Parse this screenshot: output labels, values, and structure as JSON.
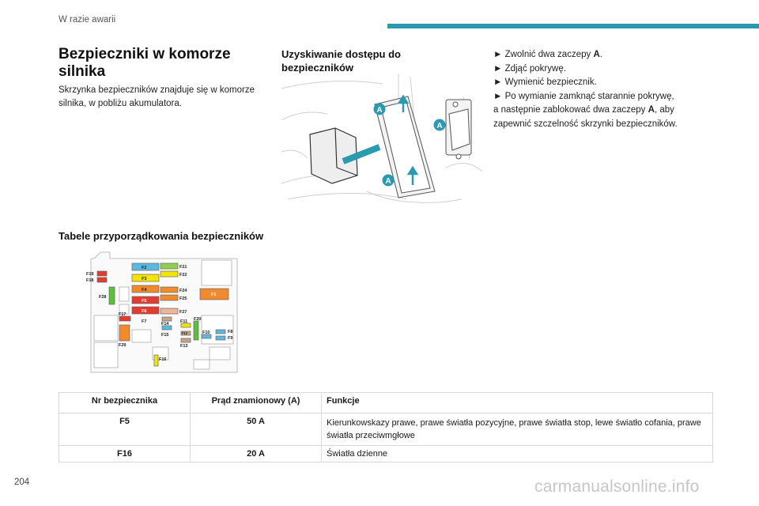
{
  "header": {
    "section": "W razie awarii"
  },
  "colors": {
    "accent": "#2a9ab0"
  },
  "left": {
    "title": "Bezpieczniki w komorze silnika",
    "text": "Skrzynka bezpieczników znajduje się w komorze silnika, w pobliżu akumulatora."
  },
  "access": {
    "title": "Uzyskiwanie dostępu do bezpieczników",
    "callout": "A"
  },
  "steps": {
    "s1_pre": "Zwolnić dwa zaczepy ",
    "s1_bold": "A",
    "s1_post": ".",
    "s2": "Zdjąć pokrywę.",
    "s3": "Wymienić bezpiecznik.",
    "s4_line1": "Po wymianie zamknąć starannie pokrywę,",
    "s4_line2_pre": "a następnie zablokować dwa zaczepy ",
    "s4_line2_bold": "A",
    "s4_line2_post": ", aby",
    "s4_line3": "zapewnić szczelność skrzynki bezpieczników."
  },
  "tables_title": "Tabele przyporządkowania bezpieczników",
  "fuse_labels": {
    "F1": "F1",
    "F2": "F2",
    "F3": "F3",
    "F4": "F4",
    "F5": "F5",
    "F6": "F6",
    "F7": "F7",
    "F8": "F8",
    "F9": "F9",
    "F10": "F10",
    "F11": "F11",
    "F12": "F12",
    "F13": "F13",
    "F14": "F14",
    "F15": "F15",
    "F16": "F16",
    "F17": "F17",
    "F18": "F18",
    "F19": "F19",
    "F20": "F20",
    "F21": "F21",
    "F22": "F22",
    "F24": "F24",
    "F25": "F25",
    "F27": "F27",
    "F28": "F28",
    "F29": "F29"
  },
  "table": {
    "headers": [
      "Nr bezpiecznika",
      "Prąd znamionowy (A)",
      "Funkcje"
    ],
    "rows": [
      {
        "fuse": "F5",
        "current": "50 A",
        "function": "Kierunkowskazy prawe, prawe światła pozycyjne, prawe światła stop, lewe światło cofania, prawe światła przeciwmgłowe"
      },
      {
        "fuse": "F16",
        "current": "20 A",
        "function": "Światła dzienne"
      }
    ]
  },
  "footer": {
    "page": "204",
    "watermark": "carmanualsonline.info"
  }
}
